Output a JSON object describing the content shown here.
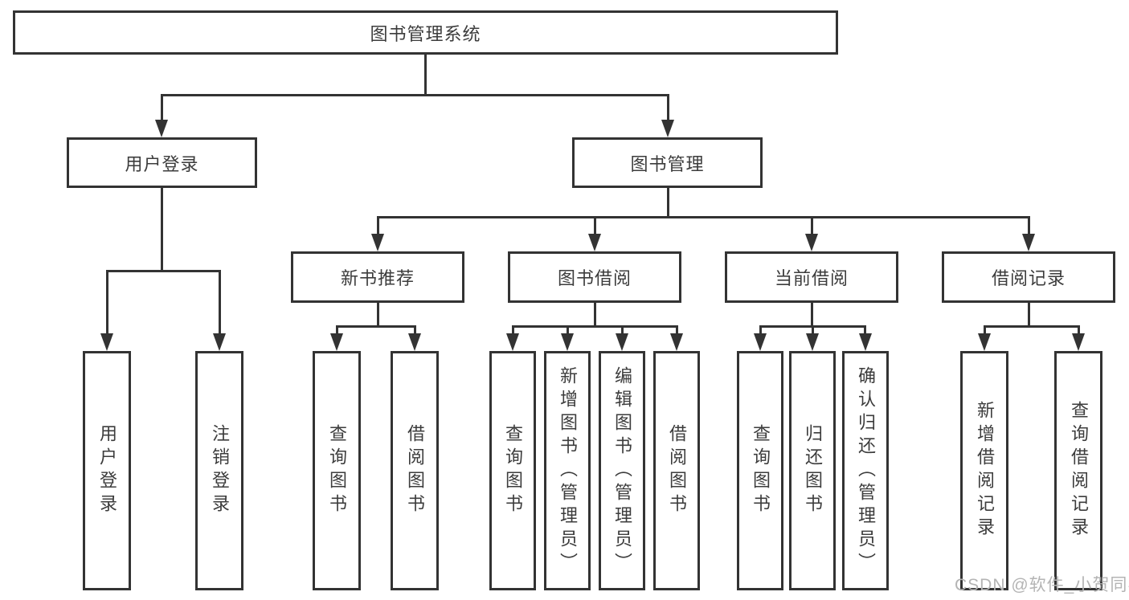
{
  "tree": {
    "root": "图书管理系统",
    "level2": {
      "user_login": "用户登录",
      "book_mgmt": "图书管理"
    },
    "level3": {
      "new_book": "新书推荐",
      "borrow": "图书借阅",
      "current": "当前借阅",
      "records": "借阅记录"
    },
    "leaves": {
      "user_login": [
        "用户登录",
        "注销登录"
      ],
      "new_book": [
        "查询图书",
        "借阅图书"
      ],
      "borrow": [
        "查询图书",
        "新增图书（管理员）",
        "编辑图书（管理员）",
        "借阅图书"
      ],
      "current": [
        "查询图书",
        "归还图书",
        "确认归还（管理员）"
      ],
      "records": [
        "新增借阅记录",
        "查询借阅记录"
      ]
    }
  },
  "watermark": {
    "text": "CSDN @软件_小贺同学"
  },
  "colors": {
    "line": "#333333",
    "text": "#3c3c3c",
    "watermark": "#b4b4b4",
    "background": "#ffffff",
    "box_fill": "#ffffff"
  }
}
